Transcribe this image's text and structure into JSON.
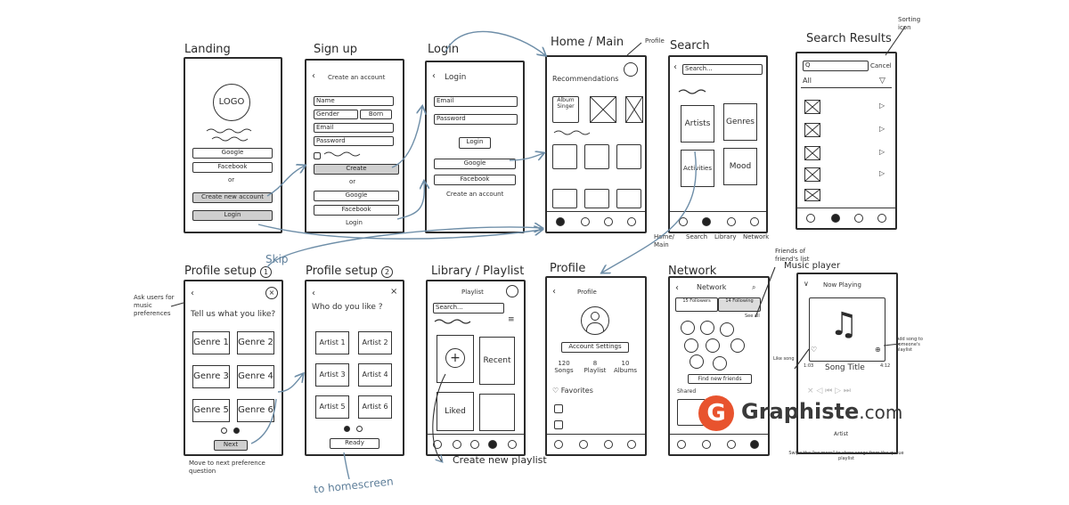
{
  "titles": {
    "landing": "Landing",
    "signup": "Sign up",
    "login": "Login",
    "home": "Home / Main",
    "search": "Search",
    "search_results": "Search Results",
    "profile_setup_1": "Profile setup",
    "profile_setup_2": "Profile setup",
    "library": "Library / Playlist",
    "profile": "Profile",
    "network": "Network",
    "music_player": "Music player"
  },
  "landing": {
    "logo": "LOGO",
    "google": "Google",
    "facebook": "Facebook",
    "or": "or",
    "create": "Create new account",
    "login": "Login"
  },
  "signup": {
    "header": "Create an account",
    "name": "Name",
    "gender": "Gender",
    "born": "Born",
    "email": "Email",
    "password": "Password",
    "create": "Create",
    "or": "or",
    "google": "Google",
    "facebook": "Facebook",
    "login": "Login"
  },
  "login": {
    "header": "Login",
    "email": "Email",
    "password": "Password",
    "login_btn": "Login",
    "google": "Google",
    "facebook": "Facebook",
    "create": "Create an account"
  },
  "home": {
    "reco": "Recommendations",
    "album": "Album Singer",
    "profile_note": "Profile"
  },
  "search": {
    "placeholder": "Search...",
    "artists": "Artists",
    "genres": "Genres",
    "activities": "Activities",
    "mood": "Mood",
    "nav_labels": [
      "Home/ Main",
      "Search",
      "Library",
      "Network"
    ]
  },
  "search_results": {
    "all": "All",
    "cancel": "Cancel",
    "sorting_note": "Sorting icon"
  },
  "profile_setup_1": {
    "num": "1",
    "question": "Tell us what you like?",
    "genres": [
      "Genre 1",
      "Genre 2",
      "Genre 3",
      "Genre 4",
      "Genre 5",
      "Genre 6"
    ],
    "next": "Next",
    "note_left": "Ask users for music preferences",
    "note_bottom": "Move to next preference question",
    "skip": "Skip"
  },
  "profile_setup_2": {
    "num": "2",
    "question": "Who do you like ?",
    "artists": [
      "Artist 1",
      "Artist 2",
      "Artist 3",
      "Artist 4",
      "Artist 5",
      "Artist 6"
    ],
    "ready": "Ready",
    "to_home": "to homescreen"
  },
  "library": {
    "header": "Playlist",
    "search": "Search...",
    "recent": "Recent",
    "liked": "Liked",
    "create_note": "Create new playlist"
  },
  "profile": {
    "header": "Profile",
    "settings": "Account Settings",
    "songs": "120 Songs",
    "playlists": "8 Playlist",
    "albums": "10 Albums",
    "favorites": "Favorites"
  },
  "network": {
    "header": "Network",
    "tab1": "15 Followers",
    "tab2": "14 Following",
    "see_all": "See all",
    "find": "Find new friends",
    "shared": "Shared",
    "note": "Friends of friend's list"
  },
  "player": {
    "header": "Now Playing",
    "song": "Song Title",
    "t_start": "1:03",
    "t_end": "4:12",
    "artist": "Artist",
    "note_left": "Like song",
    "note_right": "Add song to someone's playlist",
    "note_bottom": "Swipe the \"no more\" to show songs from the queue playlist"
  },
  "watermark": {
    "name": "Graphiste",
    "domain": ".com",
    "badge_letter": "G"
  },
  "colors": {
    "ink": "#2b2b2b",
    "flow": "#6e8ea8",
    "watermark_orange": "#e8532e",
    "button_gray": "#cfcfcf"
  }
}
